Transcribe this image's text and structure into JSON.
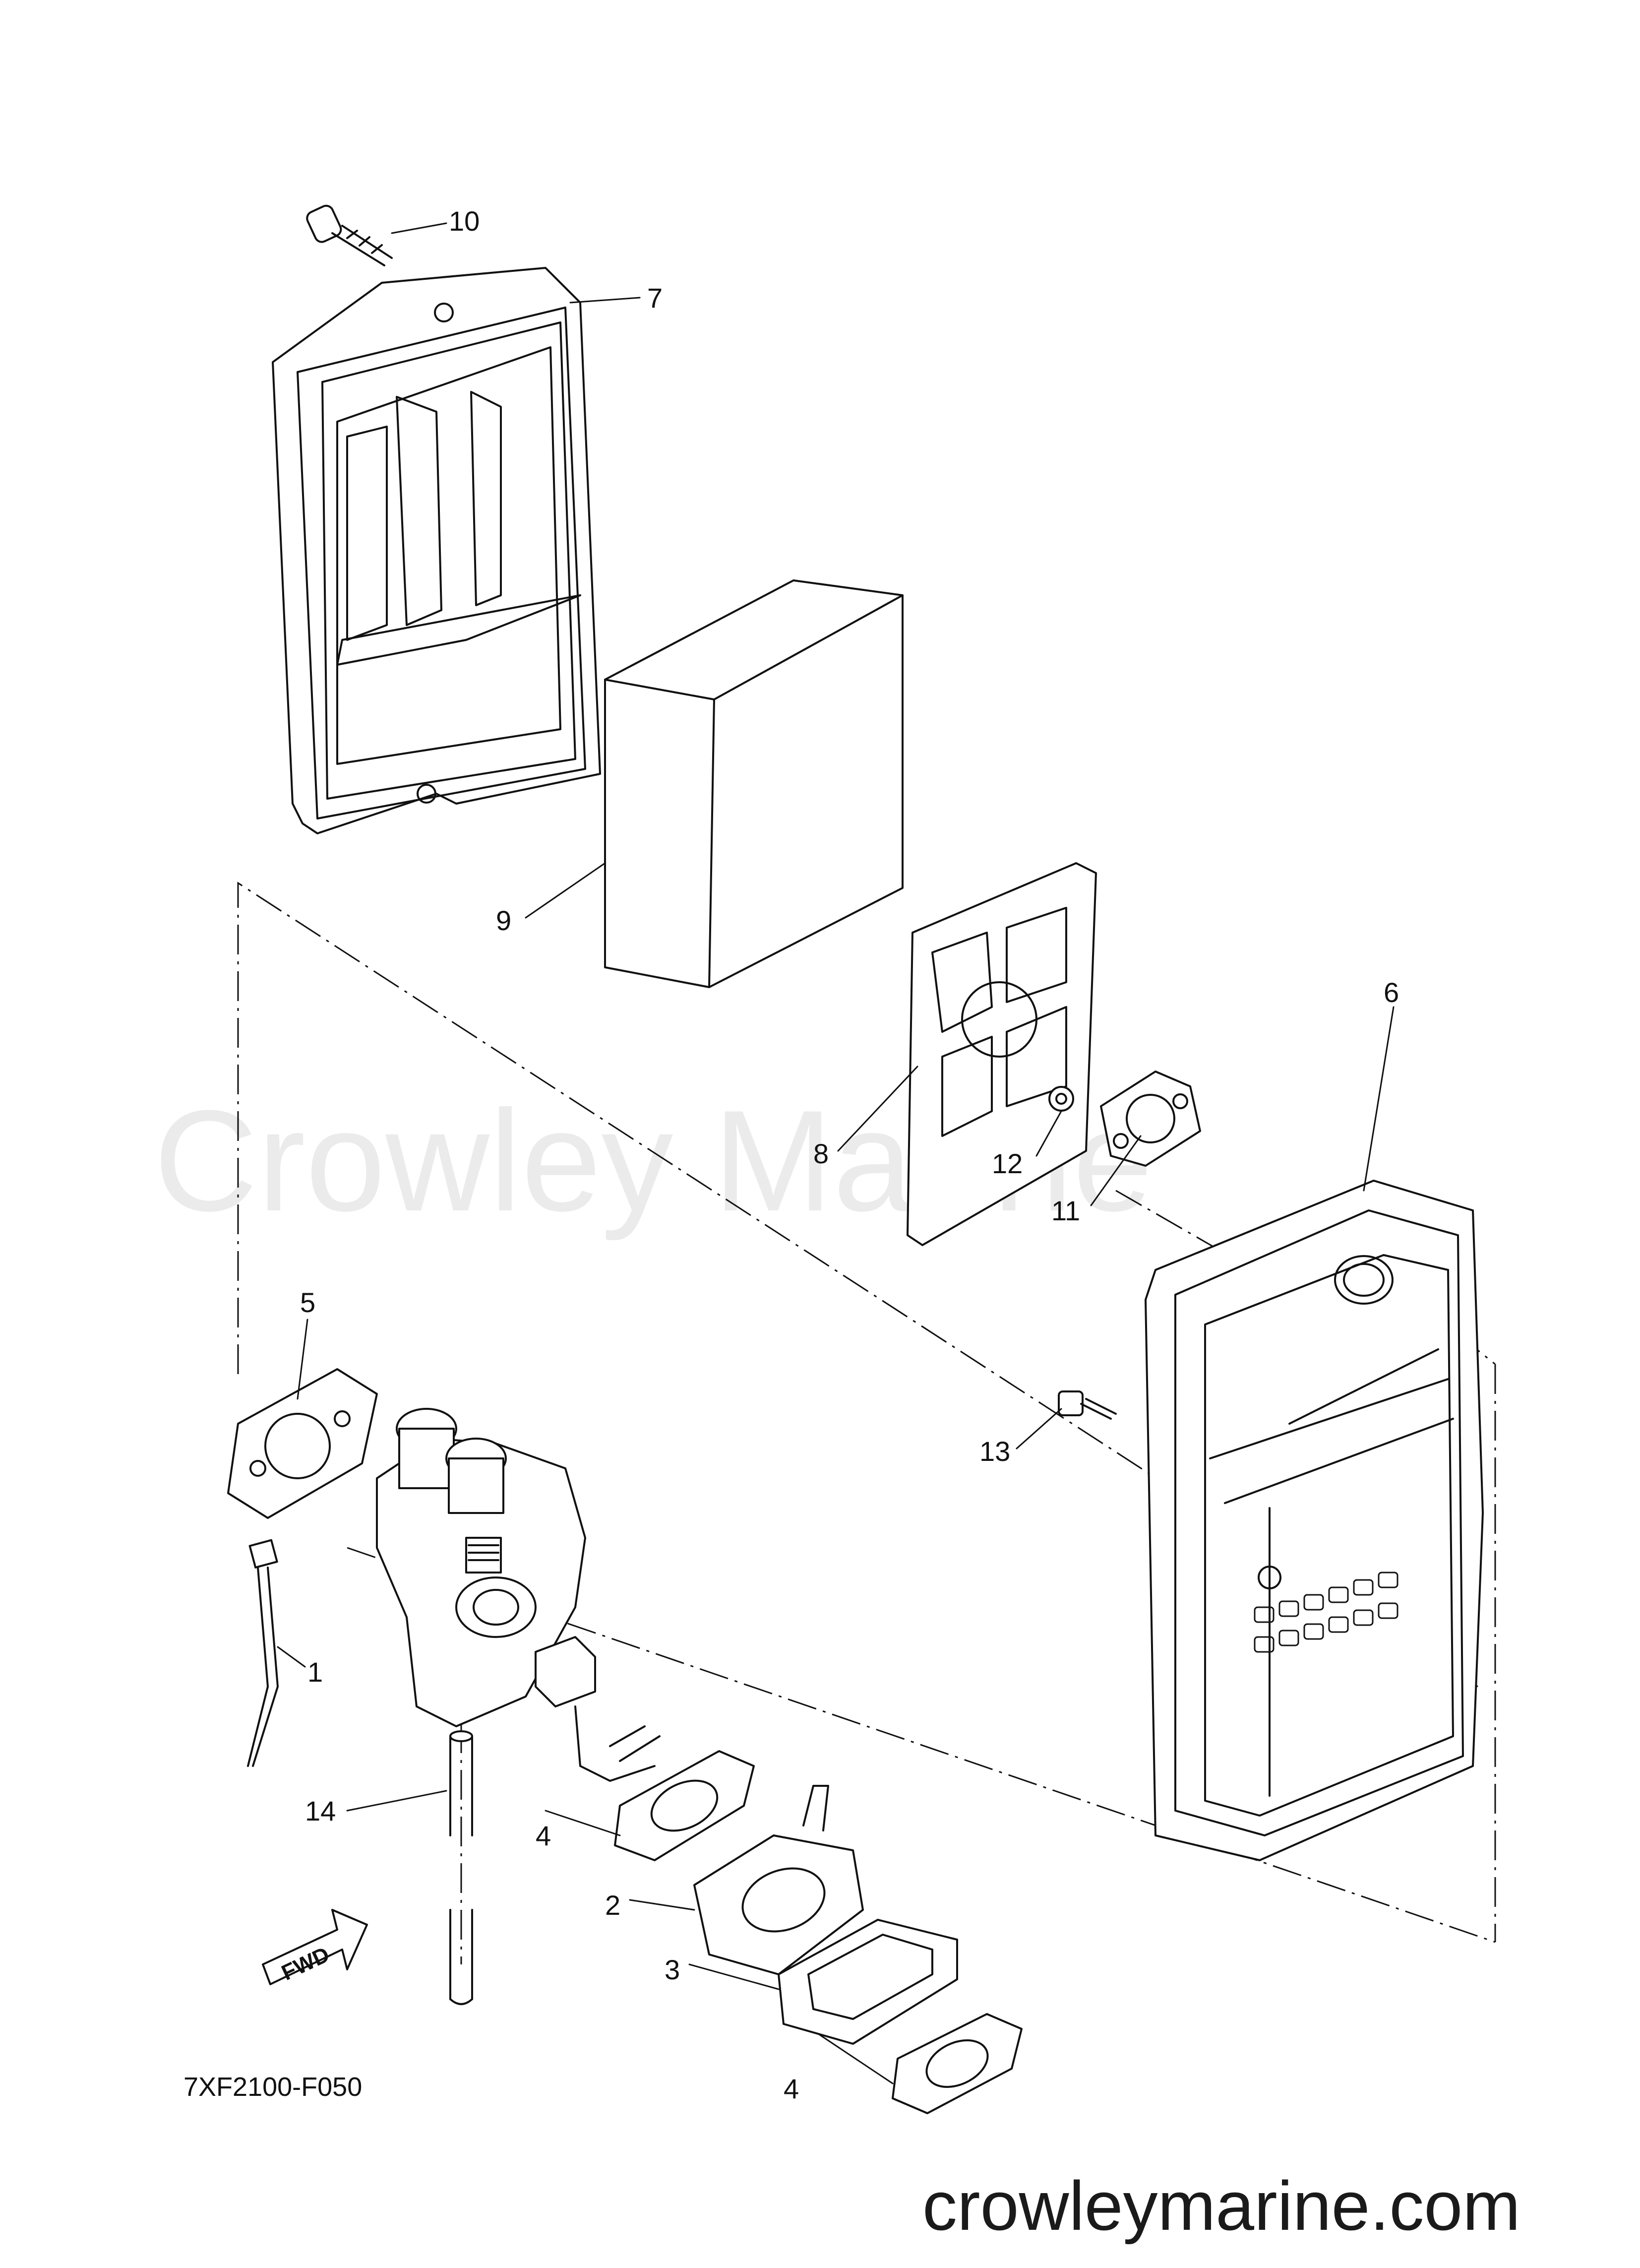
{
  "watermark": "Crowley Marine",
  "footer_url": "crowleymarine.com",
  "diagram_code": "7XF2100-F050",
  "fwd_label": "FWD",
  "callouts": {
    "p1": "1",
    "p2": "2",
    "p3": "3",
    "p4a": "4",
    "p4b": "4",
    "p5": "5",
    "p6": "6",
    "p7": "7",
    "p8": "8",
    "p9": "9",
    "p10": "10",
    "p11": "11",
    "p12": "12",
    "p13": "13",
    "p14": "14"
  }
}
